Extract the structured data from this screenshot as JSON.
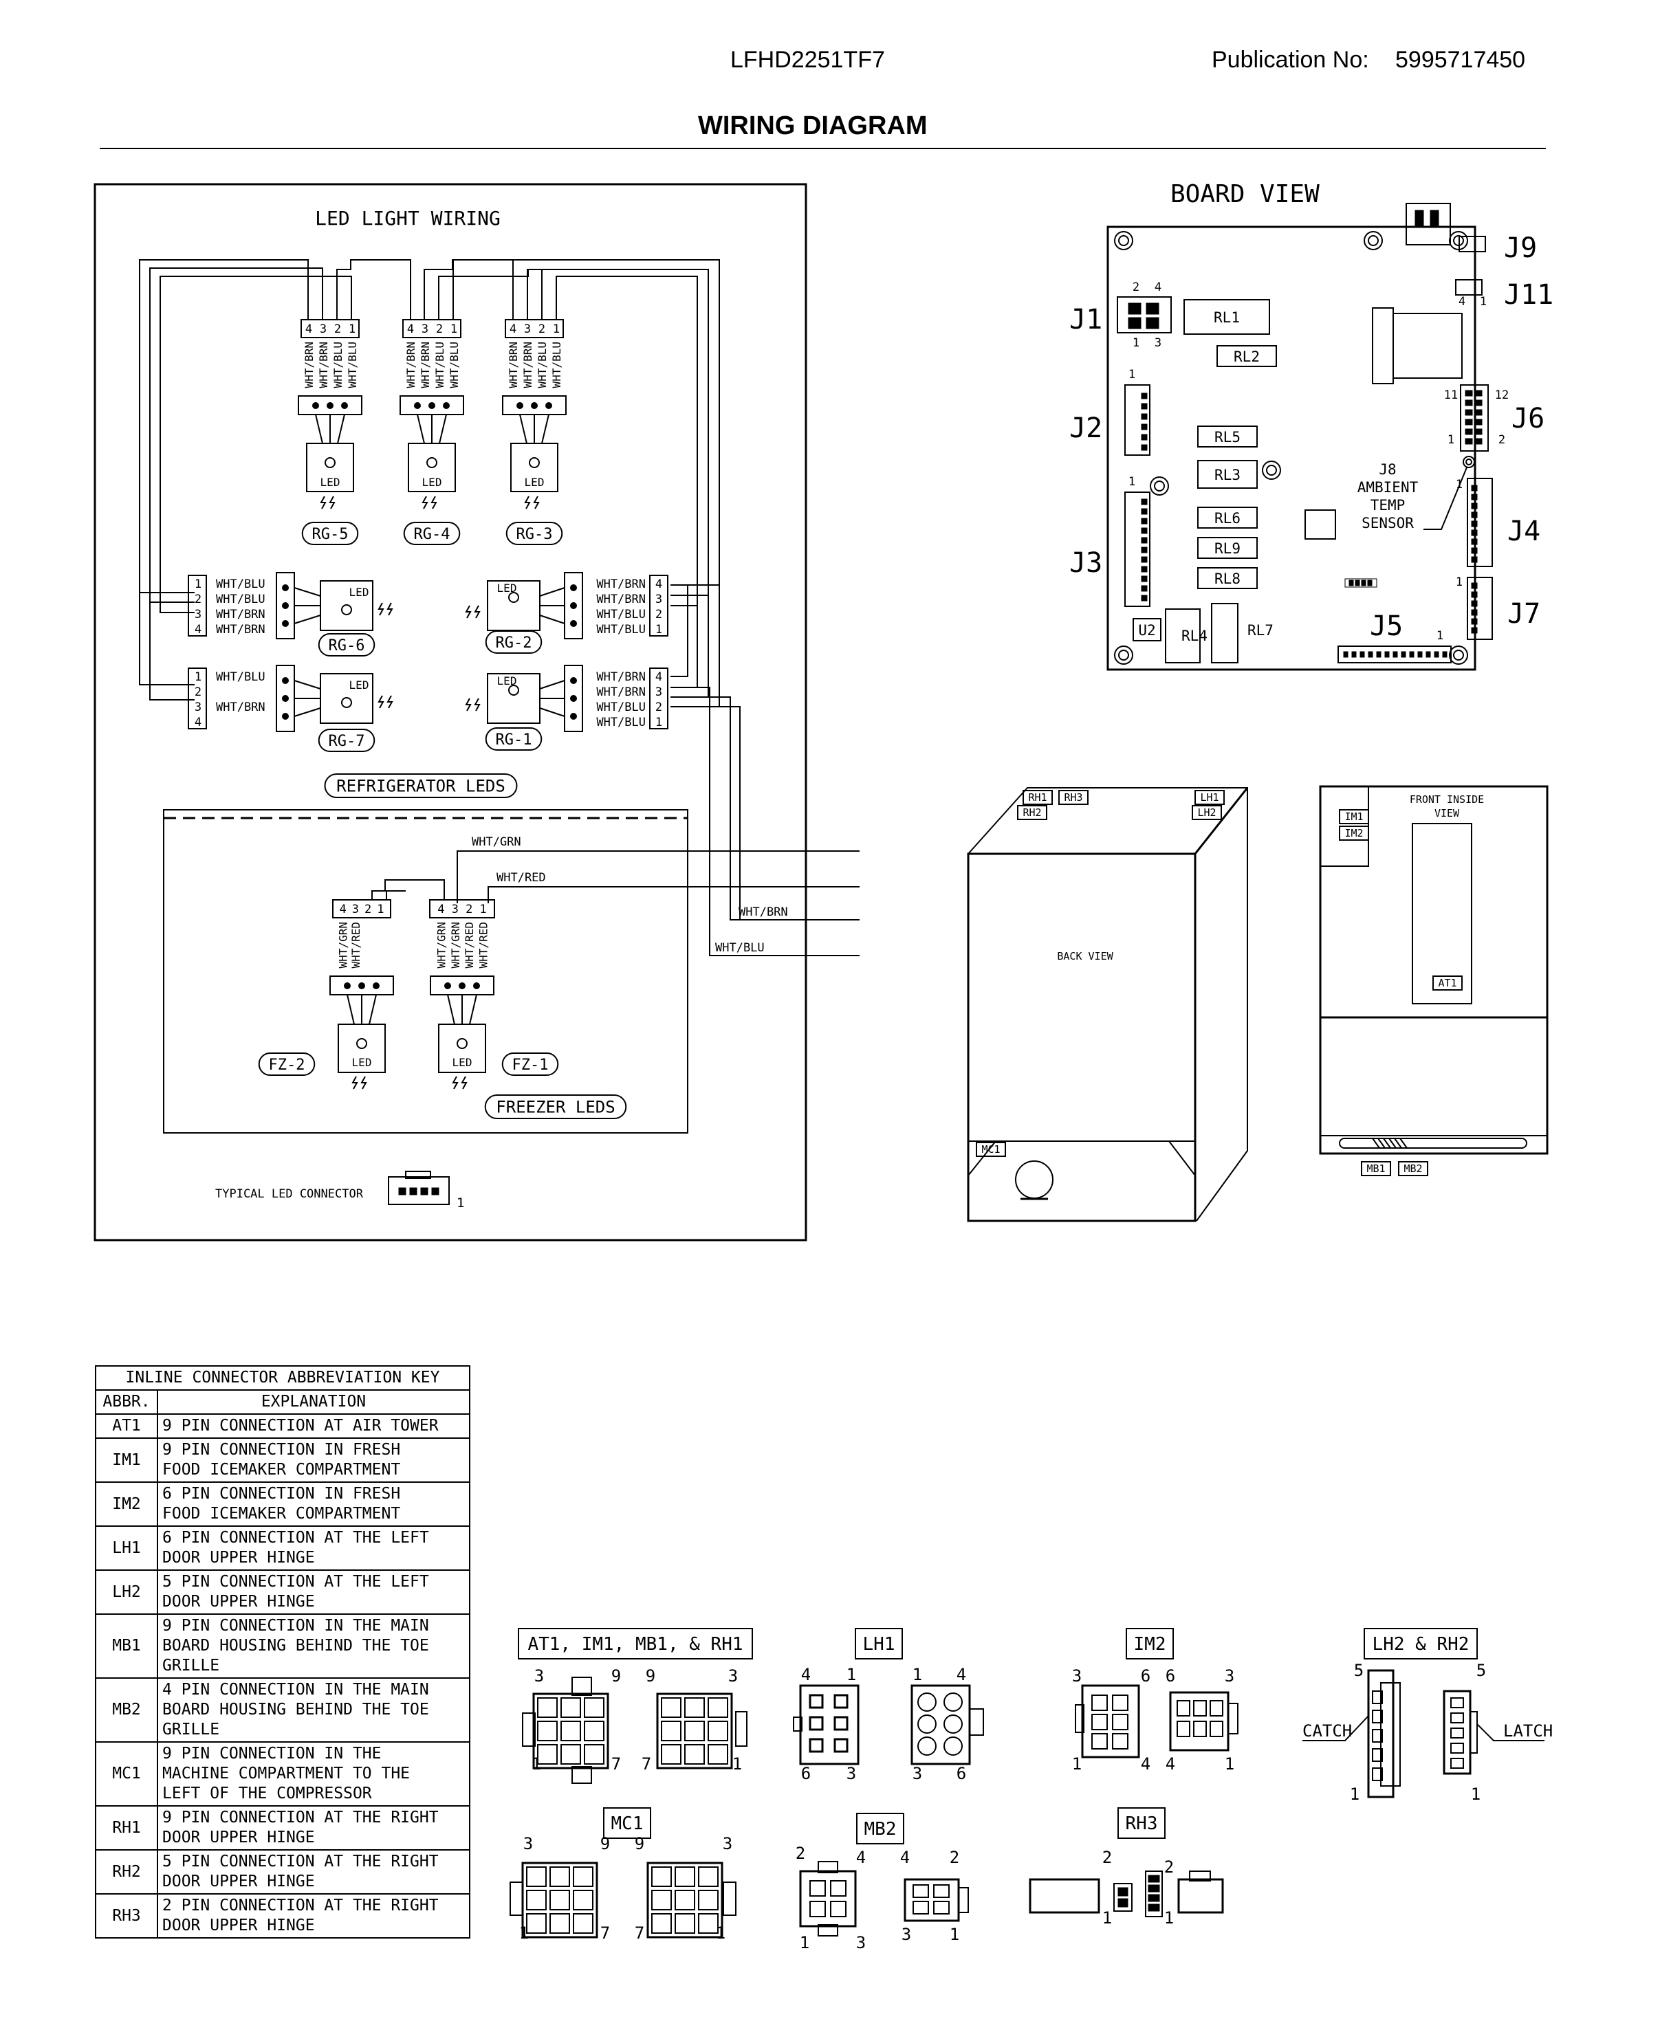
{
  "header": {
    "model": "LFHD2251TF7",
    "publication_label": "Publication No:",
    "publication_no": "5995717450",
    "title": "WIRING DIAGRAM"
  },
  "led_panel": {
    "title": "LED LIGHT WIRING",
    "refrigerator_leds": "REFRIGERATOR LEDS",
    "freezer_leds": "FREEZER LEDS",
    "typical_connector": "TYPICAL LED CONNECTOR",
    "led_word": "LED",
    "top_leds": [
      "RG-5",
      "RG-4",
      "RG-3"
    ],
    "mid_leds": [
      "RG-6",
      "RG-2"
    ],
    "low_leds": [
      "RG-7",
      "RG-1"
    ],
    "freezer_led_labels": [
      "FZ-2",
      "FZ-1"
    ],
    "pins_4321": [
      "4",
      "3",
      "2",
      "1"
    ],
    "pins_1234": [
      "1",
      "2",
      "3",
      "4"
    ],
    "pin_one": "1",
    "wire_colors_top": [
      "WHT/BRN",
      "WHT/BRN",
      "WHT/BLU",
      "WHT/BLU"
    ],
    "wire_colors_rg6": [
      "WHT/BLU",
      "WHT/BLU",
      "WHT/BRN",
      "WHT/BRN"
    ],
    "wire_colors_rg7": [
      "WHT/BLU",
      "WHT/BRN"
    ],
    "wire_colors_right": [
      "WHT/BRN",
      "WHT/BRN",
      "WHT/BLU",
      "WHT/BLU"
    ],
    "fz2_wires": [
      "WHT/GRN",
      "WHT/RED"
    ],
    "fz1_wires": [
      "WHT/GRN",
      "WHT/GRN",
      "WHT/RED",
      "WHT/RED"
    ],
    "bus_labels": [
      "WHT/GRN",
      "WHT/RED",
      "WHT/BRN",
      "WHT/BLU"
    ]
  },
  "board_view": {
    "title": "BOARD VIEW",
    "connectors": [
      "J9",
      "J11",
      "J1",
      "J2",
      "J6",
      "J4",
      "J3",
      "J7",
      "J5"
    ],
    "relays": [
      "RL1",
      "RL2",
      "RL5",
      "RL3",
      "RL6",
      "RL9",
      "RL8",
      "RL4",
      "RL7"
    ],
    "chip": "U2",
    "sensor_lines": [
      "J8",
      "AMBIENT",
      "TEMP",
      "SENSOR"
    ],
    "pin_numbers": [
      "2",
      "4",
      "1",
      "3",
      "1",
      "4",
      "1",
      "11",
      "12",
      "1",
      "2",
      "1",
      "1",
      "1",
      "1"
    ]
  },
  "back_view": {
    "label": "BACK VIEW",
    "tags": [
      "RH1",
      "RH3",
      "RH2",
      "LH1",
      "LH2",
      "MC1"
    ]
  },
  "front_view": {
    "label_lines": [
      "FRONT INSIDE",
      "VIEW"
    ],
    "tags": [
      "IM1",
      "IM2",
      "AT1",
      "MB1",
      "MB2"
    ]
  },
  "abbreviation_key": {
    "title": "INLINE CONNECTOR ABBREVIATION KEY",
    "col_abbr": "ABBR.",
    "col_expl": "EXPLANATION",
    "rows": [
      {
        "abbr": "AT1",
        "lines": [
          "9 PIN CONNECTION AT AIR TOWER"
        ]
      },
      {
        "abbr": "IM1",
        "lines": [
          "9 PIN CONNECTION IN FRESH",
          "FOOD ICEMAKER COMPARTMENT"
        ]
      },
      {
        "abbr": "IM2",
        "lines": [
          "6 PIN CONNECTION IN FRESH",
          "FOOD ICEMAKER COMPARTMENT"
        ]
      },
      {
        "abbr": "LH1",
        "lines": [
          "6 PIN CONNECTION AT THE LEFT",
          "DOOR UPPER HINGE"
        ]
      },
      {
        "abbr": "LH2",
        "lines": [
          "5 PIN CONNECTION AT THE LEFT",
          "DOOR UPPER HINGE"
        ]
      },
      {
        "abbr": "MB1",
        "lines": [
          "9 PIN CONNECTION IN THE MAIN",
          "BOARD HOUSING BEHIND THE TOE",
          "GRILLE"
        ]
      },
      {
        "abbr": "MB2",
        "lines": [
          "4 PIN CONNECTION IN THE MAIN",
          "BOARD HOUSING BEHIND THE TOE",
          "GRILLE"
        ]
      },
      {
        "abbr": "MC1",
        "lines": [
          "9 PIN CONNECTION IN THE",
          "MACHINE COMPARTMENT TO THE",
          "LEFT OF THE COMPRESSOR"
        ]
      },
      {
        "abbr": "RH1",
        "lines": [
          "9 PIN CONNECTION AT THE RIGHT",
          "DOOR UPPER HINGE"
        ]
      },
      {
        "abbr": "RH2",
        "lines": [
          "5 PIN CONNECTION AT THE RIGHT",
          "DOOR UPPER HINGE"
        ]
      },
      {
        "abbr": "RH3",
        "lines": [
          "2 PIN CONNECTION AT THE RIGHT",
          "DOOR UPPER HINGE"
        ]
      }
    ]
  },
  "connector_diagrams": {
    "at1_group": "AT1, IM1, MB1, & RH1",
    "at1_pins": [
      "3",
      "9",
      "1",
      "7",
      "9",
      "3",
      "7",
      "1"
    ],
    "lh1": "LH1",
    "lh1_pins": [
      "4",
      "1",
      "6",
      "3",
      "1",
      "4",
      "3",
      "6"
    ],
    "im2": "IM2",
    "im2_pins": [
      "3",
      "6",
      "1",
      "4",
      "6",
      "3",
      "4",
      "1"
    ],
    "lh2_rh2": "LH2 & RH2",
    "lh2_pins": [
      "5",
      "1",
      "5",
      "1"
    ],
    "catch": "CATCH",
    "latch": "LATCH",
    "mc1": "MC1",
    "mc1_pins": [
      "3",
      "9",
      "1",
      "7",
      "9",
      "3",
      "7",
      "1"
    ],
    "mb2": "MB2",
    "mb2_pins": [
      "2",
      "4",
      "1",
      "3",
      "4",
      "2",
      "3",
      "1"
    ],
    "rh3": "RH3",
    "rh3_pins": [
      "2",
      "1",
      "2",
      "1"
    ]
  }
}
